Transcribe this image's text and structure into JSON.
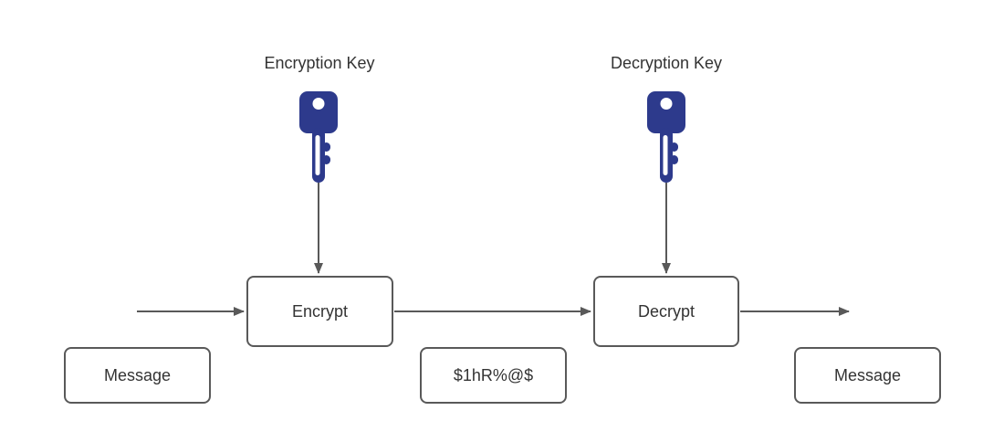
{
  "colors": {
    "key_fill": "#2d3a8c",
    "stroke": "#595959",
    "text": "#333333",
    "background": "#ffffff"
  },
  "labels": {
    "encryption_key": "Encryption Key",
    "decryption_key": "Decryption Key"
  },
  "nodes": {
    "encrypt": "Encrypt",
    "decrypt": "Decrypt",
    "message_left": "Message",
    "ciphertext": "$1hR%@$",
    "message_right": "Message"
  }
}
